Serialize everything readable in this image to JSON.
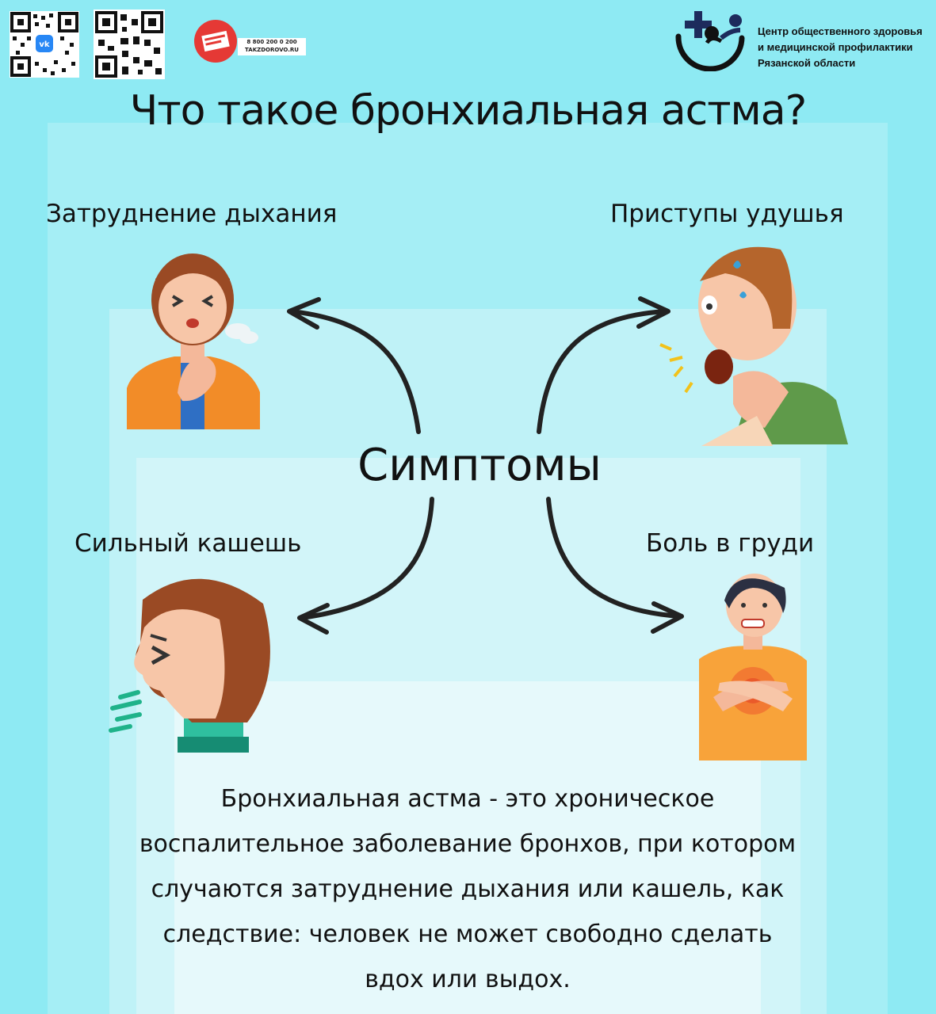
{
  "header": {
    "hotline_phone": "8 800 200 0 200",
    "hotline_site": "TAKZDOROVO.RU",
    "org_lines": [
      "Центр общественного здоровья",
      "и медицинской профилактики",
      "Рязанской области"
    ],
    "icons": [
      "qr-code-vk-icon",
      "qr-code-icon",
      "ty-silnee-logo",
      "org-logo"
    ]
  },
  "title": "Что такое бронхиальная астма?",
  "center_label": "Симптомы",
  "symptoms": {
    "top_left": "Затруднение дыхания",
    "top_right": "Приступы удушья",
    "bottom_left": "Сильный кашешь",
    "bottom_right": "Боль в груди"
  },
  "definition_lines": [
    "Бронхиальная астма - это хроническое",
    "воспалительное заболевание бронхов, при котором",
    "случаются  затруднение дыхания или кашель, как",
    "следствие: человек не может свободно сделать",
    "вдох или выдох."
  ],
  "colors": {
    "background": "#8eeaf3",
    "text": "#111111",
    "accent_red": "#e53935",
    "org_blue": "#1d2b5c"
  }
}
